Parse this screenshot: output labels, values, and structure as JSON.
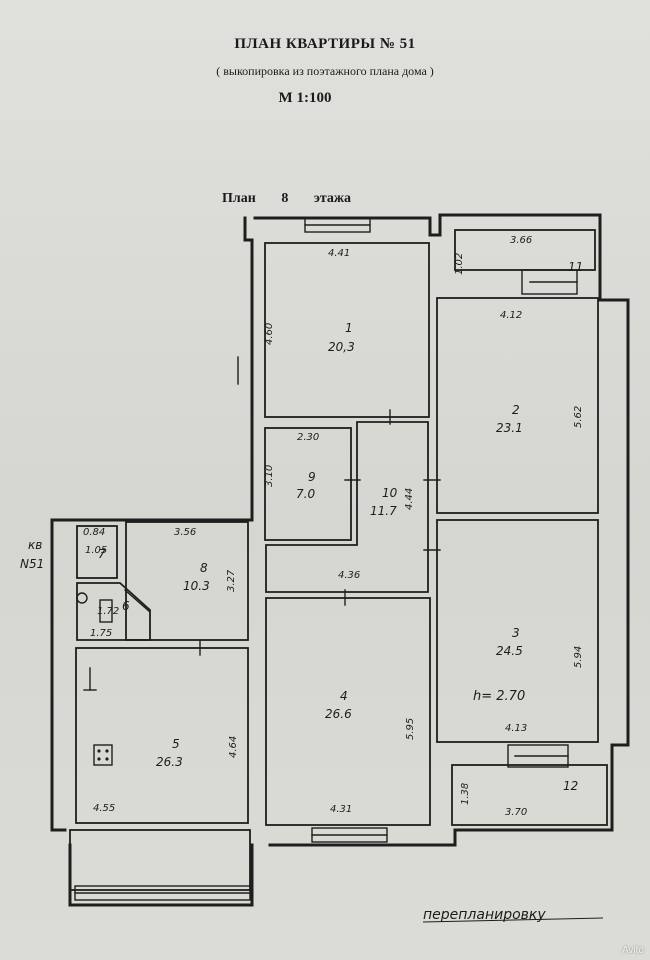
{
  "header": {
    "title": "ПЛАН КВАРТИРЫ № 51",
    "subtitle": "( выкопировка из поэтажного плана дома )",
    "scale": "М 1:100"
  },
  "floor": {
    "label": "План",
    "number": "8",
    "suffix": "этажа"
  },
  "rooms": [
    {
      "number": "1",
      "area": "20,3"
    },
    {
      "number": "2",
      "area": "23.1"
    },
    {
      "number": "3",
      "area": "24.5"
    },
    {
      "number": "4",
      "area": "26.6"
    },
    {
      "number": "5",
      "area": "26.3"
    },
    {
      "number": "6",
      "area": ""
    },
    {
      "number": "7",
      "area": ""
    },
    {
      "number": "8",
      "area": "10.3"
    },
    {
      "number": "9",
      "area": "7.0"
    },
    {
      "number": "10",
      "area": "11.7"
    },
    {
      "number": "11",
      "area": ""
    },
    {
      "number": "12",
      "area": ""
    }
  ],
  "dimensions": {
    "d0": "4.41",
    "d1": "3.66",
    "d2": "4.12",
    "d3": "2.30",
    "d4": "0.84",
    "d5": "3.56",
    "d6": "4.36",
    "d7": "1.75",
    "d8": "4.13",
    "d9": "4.55",
    "d10": "4.31",
    "d11": "3.70",
    "d12": "1.05",
    "d13": "1.72",
    "v0": "4.60",
    "v1": "1.02",
    "v2": "5.62",
    "v3": "3.10",
    "v4": "4.44",
    "v5": "3.27",
    "v6": "5.94",
    "v7": "4.64",
    "v8": "5.95",
    "v9": "1.38"
  },
  "notes": {
    "ceiling_height": "h= 2.70",
    "apt_tag_1": "кв",
    "apt_tag_2": "N51",
    "handwritten": "перепланировку"
  },
  "watermark": {
    "text": "Avito"
  }
}
